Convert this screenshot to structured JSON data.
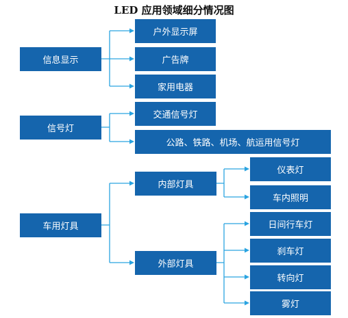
{
  "title": "LED 应用领域细分情况图",
  "colors": {
    "box_fill": "#1565ad",
    "box_text": "#ffffff",
    "connector": "#29a3e0"
  },
  "categories": [
    {
      "label": "信息显示",
      "children": [
        {
          "label": "户外显示屏"
        },
        {
          "label": "广告牌"
        },
        {
          "label": "家用电器"
        }
      ]
    },
    {
      "label": "信号灯",
      "children": [
        {
          "label": "交通信号灯"
        },
        {
          "label": "公路、铁路、机场、航运用信号灯"
        }
      ]
    },
    {
      "label": "车用灯具",
      "children": [
        {
          "label": "内部灯具",
          "children": [
            {
              "label": "仪表灯"
            },
            {
              "label": "车内照明"
            }
          ]
        },
        {
          "label": "外部灯具",
          "children": [
            {
              "label": "日间行车灯"
            },
            {
              "label": "刹车灯"
            },
            {
              "label": "转向灯"
            },
            {
              "label": "雾灯"
            }
          ]
        }
      ]
    }
  ]
}
